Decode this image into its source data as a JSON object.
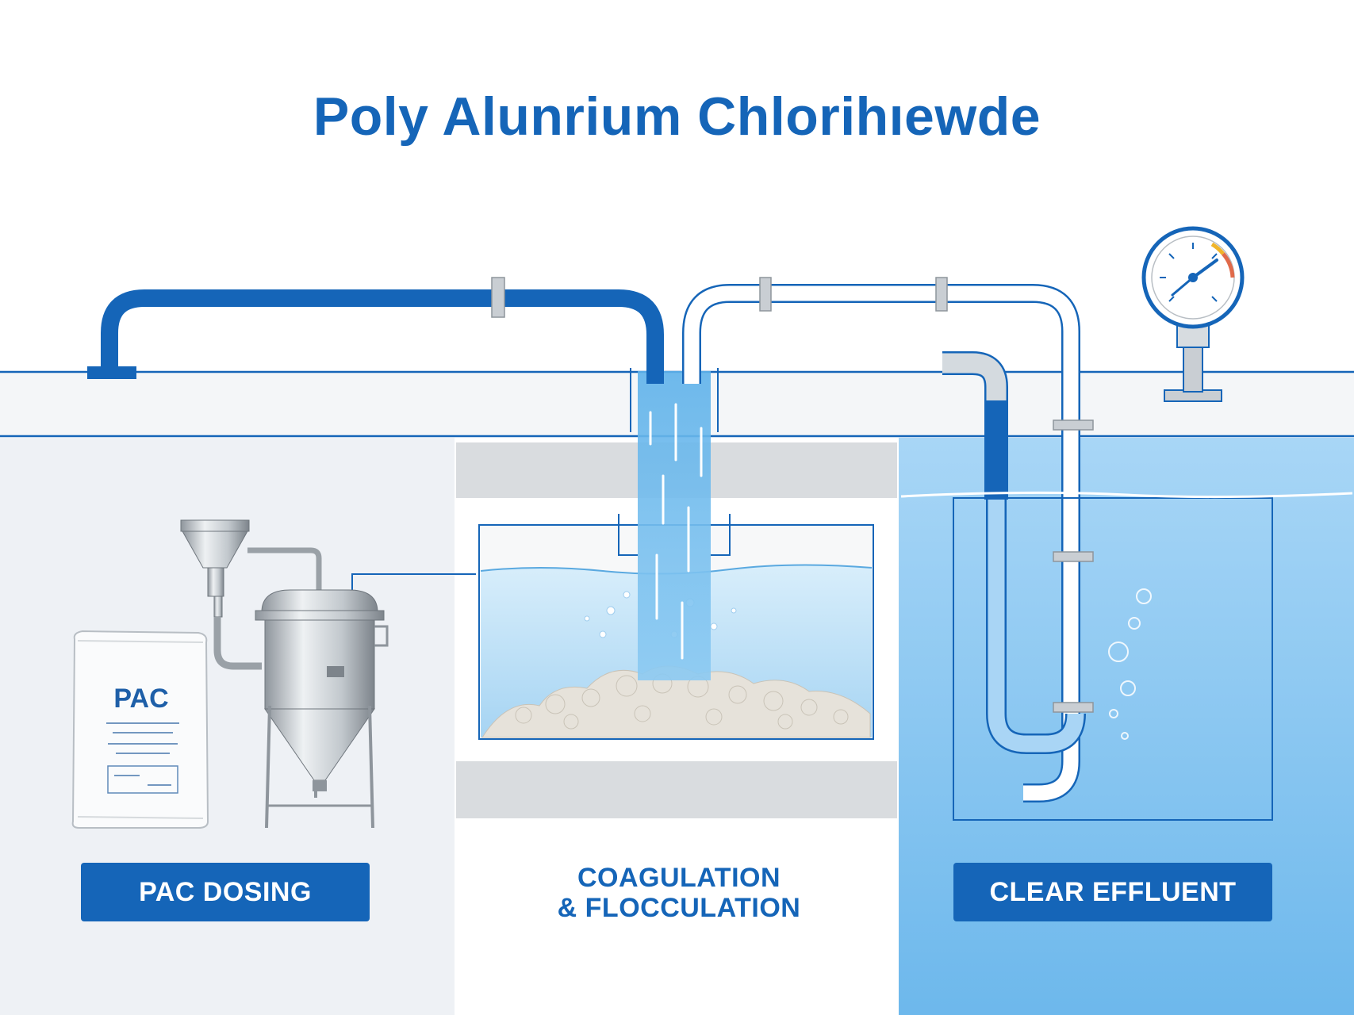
{
  "title": "Poly Alunrium Chlorihıewde",
  "bag_label": "PAC",
  "stages": {
    "dosing_label": "PAC DOSING",
    "coagulation_line1": "COAGULATION",
    "coagulation_line2": "& FLOCCULATION",
    "effluent_label": "CLEAR EFFLUENT"
  },
  "colors": {
    "brand_blue": "#1565b8",
    "water_light": "#cfe8f8",
    "water_deep": "#7fc0ef",
    "steel": "#b8bec4"
  },
  "icons": [
    "pressure-gauge-icon",
    "pac-bag-icon",
    "dosing-tank-icon",
    "hopper-icon"
  ]
}
